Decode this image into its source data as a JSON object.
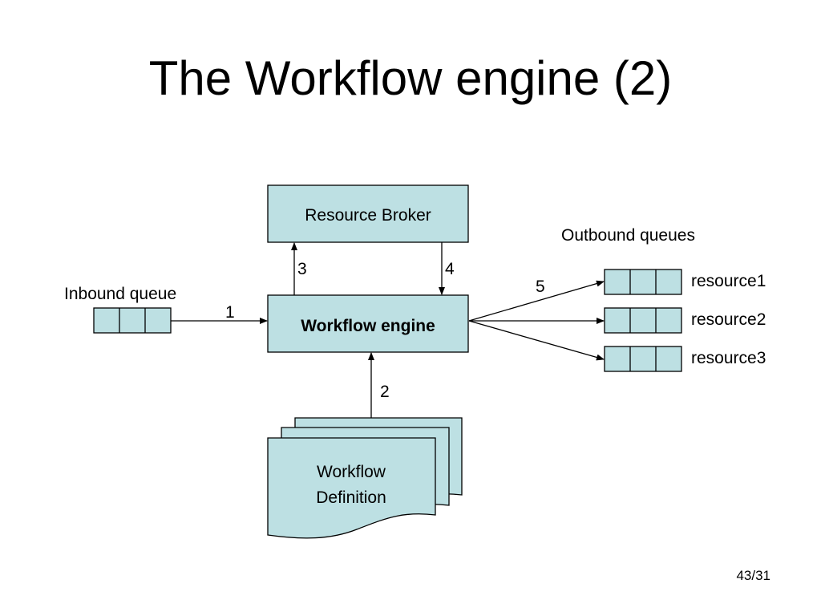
{
  "title": "The Workflow engine (2)",
  "nodes": {
    "resource_broker": "Resource Broker",
    "workflow_engine": "Workflow engine",
    "workflow_definition_line1": "Workflow",
    "workflow_definition_line2": "Definition"
  },
  "labels": {
    "inbound_queue": "Inbound queue",
    "outbound_queues": "Outbound queues",
    "resource1": "resource1",
    "resource2": "resource2",
    "resource3": "resource3"
  },
  "steps": {
    "step1": "1",
    "step2": "2",
    "step3": "3",
    "step4": "4",
    "step5": "5"
  },
  "colors": {
    "box_fill": "#bde0e3",
    "stroke": "#000000"
  },
  "page_number": "43/31"
}
